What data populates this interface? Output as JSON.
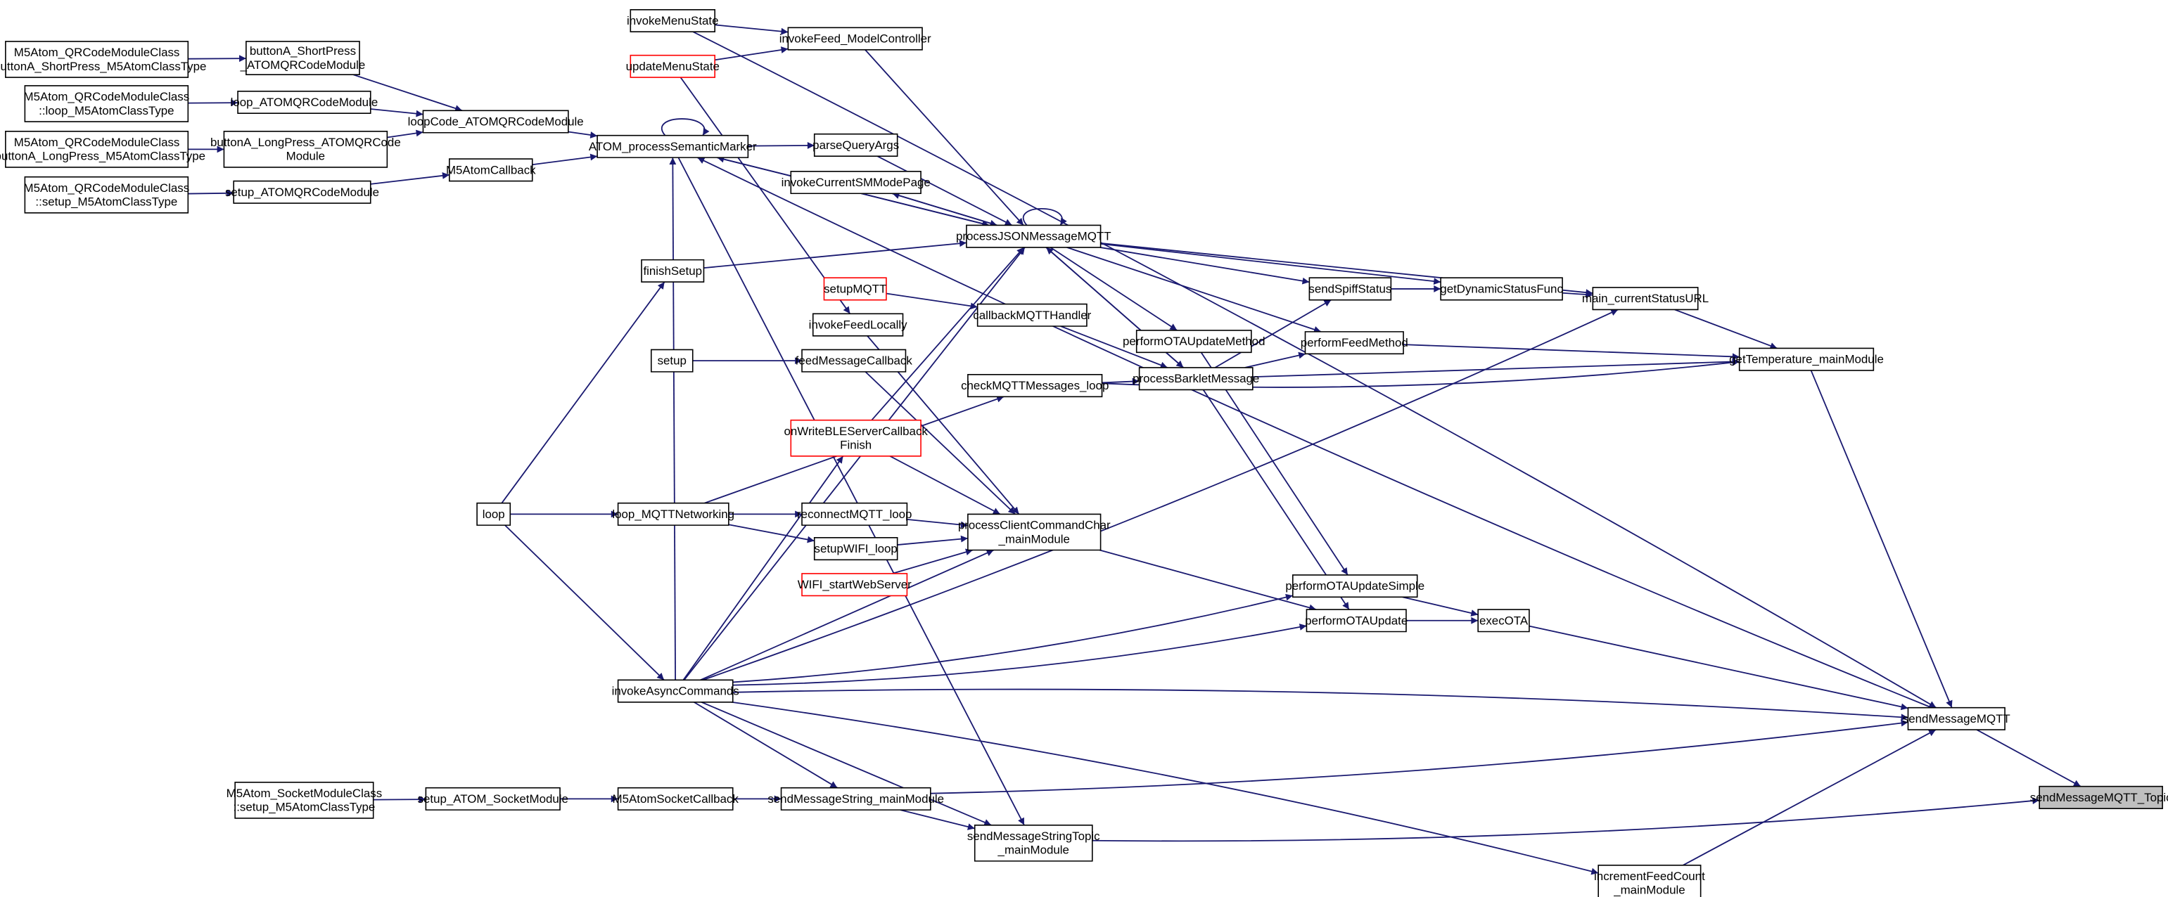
{
  "diagram": {
    "title": "Caller graph: sendMessageMQTT_Topic",
    "focus_node": "sendMessageMQTT_Topic",
    "colors": {
      "edge": "#191970",
      "node_border": "#000000",
      "truncated_node_border": "#ff0000",
      "focus_node_fill": "#bfbfbf"
    },
    "nodes": [
      {
        "id": "qr_shortpress_class",
        "lines": [
          "M5Atom_QRCodeModuleClass",
          "::buttonA_ShortPress_M5AtomClassType"
        ],
        "style": "normal"
      },
      {
        "id": "buttonA_ShortPress_ATOMQRCodeModule",
        "lines": [
          "buttonA_ShortPress",
          "_ATOMQRCodeModule"
        ],
        "style": "normal"
      },
      {
        "id": "qr_loop_class",
        "lines": [
          "M5Atom_QRCodeModuleClass",
          "::loop_M5AtomClassType"
        ],
        "style": "normal"
      },
      {
        "id": "loop_ATOMQRCodeModule",
        "lines": [
          "loop_ATOMQRCodeModule"
        ],
        "style": "normal"
      },
      {
        "id": "qr_longpress_class",
        "lines": [
          "M5Atom_QRCodeModuleClass",
          "::buttonA_LongPress_M5AtomClassType"
        ],
        "style": "normal"
      },
      {
        "id": "buttonA_LongPress_ATOMQRCodeModule",
        "lines": [
          "buttonA_LongPress_ATOMQRCode",
          "Module"
        ],
        "style": "normal"
      },
      {
        "id": "qr_setup_class",
        "lines": [
          "M5Atom_QRCodeModuleClass",
          "::setup_M5AtomClassType"
        ],
        "style": "normal"
      },
      {
        "id": "setup_ATOMQRCodeModule",
        "lines": [
          "setup_ATOMQRCodeModule"
        ],
        "style": "normal"
      },
      {
        "id": "loopCode_ATOMQRCodeModule",
        "lines": [
          "loopCode_ATOMQRCodeModule"
        ],
        "style": "normal"
      },
      {
        "id": "M5AtomCallback",
        "lines": [
          "M5AtomCallback"
        ],
        "style": "normal"
      },
      {
        "id": "ATOM_processSemanticMarker",
        "lines": [
          "ATOM_processSemanticMarker"
        ],
        "style": "normal"
      },
      {
        "id": "invokeMenuState",
        "lines": [
          "invokeMenuState"
        ],
        "style": "normal"
      },
      {
        "id": "updateMenuState",
        "lines": [
          "updateMenuState"
        ],
        "style": "red"
      },
      {
        "id": "invokeFeed_ModelController",
        "lines": [
          "invokeFeed_ModelController"
        ],
        "style": "normal"
      },
      {
        "id": "parseQueryArgs",
        "lines": [
          "parseQueryArgs"
        ],
        "style": "normal"
      },
      {
        "id": "invokeCurrentSMModePage",
        "lines": [
          "invokeCurrentSMModePage"
        ],
        "style": "normal"
      },
      {
        "id": "processJSONMessageMQTT",
        "lines": [
          "processJSONMessageMQTT"
        ],
        "style": "normal"
      },
      {
        "id": "finishSetup",
        "lines": [
          "finishSetup"
        ],
        "style": "normal"
      },
      {
        "id": "setupMQTT",
        "lines": [
          "setupMQTT"
        ],
        "style": "red"
      },
      {
        "id": "callbackMQTTHandler",
        "lines": [
          "callbackMQTTHandler"
        ],
        "style": "normal"
      },
      {
        "id": "invokeFeedLocally",
        "lines": [
          "invokeFeedLocally"
        ],
        "style": "normal"
      },
      {
        "id": "setup",
        "lines": [
          "setup"
        ],
        "style": "normal"
      },
      {
        "id": "feedMessageCallback",
        "lines": [
          "feedMessageCallback"
        ],
        "style": "normal"
      },
      {
        "id": "checkMQTTMessages_loop",
        "lines": [
          "checkMQTTMessages_loop"
        ],
        "style": "normal"
      },
      {
        "id": "onWriteBLEServerCallbackFinish",
        "lines": [
          "onWriteBLEServerCallback",
          "Finish"
        ],
        "style": "red"
      },
      {
        "id": "loop",
        "lines": [
          "loop"
        ],
        "style": "normal"
      },
      {
        "id": "loop_MQTTNetworking",
        "lines": [
          "loop_MQTTNetworking"
        ],
        "style": "normal"
      },
      {
        "id": "reconnectMQTT_loop",
        "lines": [
          "reconnectMQTT_loop"
        ],
        "style": "normal"
      },
      {
        "id": "setupWIFI_loop",
        "lines": [
          "setupWIFI_loop"
        ],
        "style": "normal"
      },
      {
        "id": "processClientCommandChar_mainModule",
        "lines": [
          "processClientCommandChar",
          "_mainModule"
        ],
        "style": "normal"
      },
      {
        "id": "WIFI_startWebServer",
        "lines": [
          "WIFI_startWebServer"
        ],
        "style": "red"
      },
      {
        "id": "invokeAsyncCommands",
        "lines": [
          "invokeAsyncCommands"
        ],
        "style": "normal"
      },
      {
        "id": "socket_setup_class",
        "lines": [
          "M5Atom_SocketModuleClass",
          "::setup_M5AtomClassType"
        ],
        "style": "normal"
      },
      {
        "id": "setup_ATOM_SocketModule",
        "lines": [
          "setup_ATOM_SocketModule"
        ],
        "style": "normal"
      },
      {
        "id": "M5AtomSocketCallback",
        "lines": [
          "M5AtomSocketCallback"
        ],
        "style": "normal"
      },
      {
        "id": "sendMessageString_mainModule",
        "lines": [
          "sendMessageString_mainModule"
        ],
        "style": "normal"
      },
      {
        "id": "sendMessageStringTopic_mainModule",
        "lines": [
          "sendMessageStringTopic",
          "_mainModule"
        ],
        "style": "normal"
      },
      {
        "id": "performOTAUpdateMethod",
        "lines": [
          "performOTAUpdateMethod"
        ],
        "style": "normal"
      },
      {
        "id": "processBarkletMessage",
        "lines": [
          "processBarkletMessage"
        ],
        "style": "normal"
      },
      {
        "id": "sendSpiffStatus",
        "lines": [
          "sendSpiffStatus"
        ],
        "style": "normal"
      },
      {
        "id": "performFeedMethod",
        "lines": [
          "performFeedMethod"
        ],
        "style": "normal"
      },
      {
        "id": "getDynamicStatusFunc",
        "lines": [
          "getDynamicStatusFunc"
        ],
        "style": "normal"
      },
      {
        "id": "main_currentStatusURL",
        "lines": [
          "main_currentStatusURL"
        ],
        "style": "normal"
      },
      {
        "id": "getTemperature_mainModule",
        "lines": [
          "getTemperature_mainModule"
        ],
        "style": "normal"
      },
      {
        "id": "performOTAUpdateSimple",
        "lines": [
          "performOTAUpdateSimple"
        ],
        "style": "normal"
      },
      {
        "id": "performOTAUpdate",
        "lines": [
          "performOTAUpdate"
        ],
        "style": "normal"
      },
      {
        "id": "execOTA",
        "lines": [
          "execOTA"
        ],
        "style": "normal"
      },
      {
        "id": "sendMessageMQTT",
        "lines": [
          "sendMessageMQTT"
        ],
        "style": "normal"
      },
      {
        "id": "sendMessageMQTT_Topic",
        "lines": [
          "sendMessageMQTT_Topic"
        ],
        "style": "current"
      },
      {
        "id": "incrementFeedCount_mainModule",
        "lines": [
          "incrementFeedCount",
          "_mainModule"
        ],
        "style": "normal"
      }
    ],
    "edges": [
      [
        "qr_shortpress_class",
        "buttonA_ShortPress_ATOMQRCodeModule"
      ],
      [
        "qr_loop_class",
        "loop_ATOMQRCodeModule"
      ],
      [
        "qr_longpress_class",
        "buttonA_LongPress_ATOMQRCodeModule"
      ],
      [
        "qr_setup_class",
        "setup_ATOMQRCodeModule"
      ],
      [
        "buttonA_ShortPress_ATOMQRCodeModule",
        "loopCode_ATOMQRCodeModule"
      ],
      [
        "loop_ATOMQRCodeModule",
        "loopCode_ATOMQRCodeModule"
      ],
      [
        "buttonA_LongPress_ATOMQRCodeModule",
        "loopCode_ATOMQRCodeModule"
      ],
      [
        "setup_ATOMQRCodeModule",
        "M5AtomCallback"
      ],
      [
        "loopCode_ATOMQRCodeModule",
        "ATOM_processSemanticMarker"
      ],
      [
        "M5AtomCallback",
        "ATOM_processSemanticMarker"
      ],
      [
        "ATOM_processSemanticMarker",
        "ATOM_processSemanticMarker"
      ],
      [
        "ATOM_processSemanticMarker",
        "parseQueryArgs"
      ],
      [
        "ATOM_processSemanticMarker",
        "processJSONMessageMQTT"
      ],
      [
        "ATOM_processSemanticMarker",
        "sendMessageStringTopic_mainModule"
      ],
      [
        "invokeMenuState",
        "invokeFeed_ModelController"
      ],
      [
        "invokeMenuState",
        "sendMessageMQTT"
      ],
      [
        "updateMenuState",
        "invokeFeed_ModelController"
      ],
      [
        "updateMenuState",
        "invokeFeedLocally"
      ],
      [
        "invokeFeed_ModelController",
        "processJSONMessageMQTT"
      ],
      [
        "parseQueryArgs",
        "processJSONMessageMQTT"
      ],
      [
        "invokeCurrentSMModePage",
        "processJSONMessageMQTT"
      ],
      [
        "processJSONMessageMQTT",
        "invokeCurrentSMModePage"
      ],
      [
        "processJSONMessageMQTT",
        "processJSONMessageMQTT"
      ],
      [
        "processJSONMessageMQTT",
        "ATOM_processSemanticMarker"
      ],
      [
        "processJSONMessageMQTT",
        "sendSpiffStatus"
      ],
      [
        "processJSONMessageMQTT",
        "getDynamicStatusFunc"
      ],
      [
        "processJSONMessageMQTT",
        "main_currentStatusURL"
      ],
      [
        "processJSONMessageMQTT",
        "performFeedMethod"
      ],
      [
        "processJSONMessageMQTT",
        "performOTAUpdateMethod"
      ],
      [
        "processJSONMessageMQTT",
        "processBarkletMessage"
      ],
      [
        "processBarkletMessage",
        "processJSONMessageMQTT"
      ],
      [
        "finishSetup",
        "processJSONMessageMQTT"
      ],
      [
        "setupMQTT",
        "callbackMQTTHandler"
      ],
      [
        "callbackMQTTHandler",
        "processBarkletMessage"
      ],
      [
        "setup",
        "feedMessageCallback"
      ],
      [
        "checkMQTTMessages_loop",
        "processBarkletMessage"
      ],
      [
        "onWriteBLEServerCallbackFinish",
        "processJSONMessageMQTT"
      ],
      [
        "onWriteBLEServerCallbackFinish",
        "processClientCommandChar_mainModule"
      ],
      [
        "invokeFeedLocally",
        "processClientCommandChar_mainModule"
      ],
      [
        "feedMessageCallback",
        "processClientCommandChar_mainModule"
      ],
      [
        "loop",
        "finishSetup"
      ],
      [
        "loop",
        "loop_MQTTNetworking"
      ],
      [
        "loop",
        "invokeAsyncCommands"
      ],
      [
        "loop_MQTTNetworking",
        "checkMQTTMessages_loop"
      ],
      [
        "loop_MQTTNetworking",
        "reconnectMQTT_loop"
      ],
      [
        "loop_MQTTNetworking",
        "setupWIFI_loop"
      ],
      [
        "reconnectMQTT_loop",
        "processClientCommandChar_mainModule"
      ],
      [
        "setupWIFI_loop",
        "processClientCommandChar_mainModule"
      ],
      [
        "WIFI_startWebServer",
        "processClientCommandChar_mainModule"
      ],
      [
        "processClientCommandChar_mainModule",
        "performOTAUpdate"
      ],
      [
        "invokeAsyncCommands",
        "processJSONMessageMQTT"
      ],
      [
        "invokeAsyncCommands",
        "ATOM_processSemanticMarker"
      ],
      [
        "invokeAsyncCommands",
        "onWriteBLEServerCallbackFinish"
      ],
      [
        "invokeAsyncCommands",
        "processClientCommandChar_mainModule"
      ],
      [
        "invokeAsyncCommands",
        "performOTAUpdateSimple"
      ],
      [
        "invokeAsyncCommands",
        "performOTAUpdate"
      ],
      [
        "invokeAsyncCommands",
        "main_currentStatusURL"
      ],
      [
        "invokeAsyncCommands",
        "sendMessageMQTT"
      ],
      [
        "invokeAsyncCommands",
        "sendMessageString_mainModule"
      ],
      [
        "invokeAsyncCommands",
        "sendMessageStringTopic_mainModule"
      ],
      [
        "invokeAsyncCommands",
        "incrementFeedCount_mainModule"
      ],
      [
        "socket_setup_class",
        "setup_ATOM_SocketModule"
      ],
      [
        "setup_ATOM_SocketModule",
        "M5AtomSocketCallback"
      ],
      [
        "M5AtomSocketCallback",
        "sendMessageString_mainModule"
      ],
      [
        "sendMessageString_mainModule",
        "sendMessageStringTopic_mainModule"
      ],
      [
        "sendMessageString_mainModule",
        "sendMessageMQTT"
      ],
      [
        "sendMessageStringTopic_mainModule",
        "sendMessageMQTT_Topic"
      ],
      [
        "performOTAUpdateMethod",
        "performOTAUpdateSimple"
      ],
      [
        "processBarkletMessage",
        "sendSpiffStatus"
      ],
      [
        "processBarkletMessage",
        "performFeedMethod"
      ],
      [
        "processBarkletMessage",
        "getTemperature_mainModule"
      ],
      [
        "processBarkletMessage",
        "performOTAUpdate"
      ],
      [
        "checkMQTTMessages_loop",
        "getTemperature_mainModule"
      ],
      [
        "sendSpiffStatus",
        "getDynamicStatusFunc"
      ],
      [
        "getDynamicStatusFunc",
        "main_currentStatusURL"
      ],
      [
        "main_currentStatusURL",
        "getTemperature_mainModule"
      ],
      [
        "performFeedMethod",
        "getTemperature_mainModule"
      ],
      [
        "getTemperature_mainModule",
        "sendMessageMQTT"
      ],
      [
        "performOTAUpdateSimple",
        "execOTA"
      ],
      [
        "performOTAUpdate",
        "execOTA"
      ],
      [
        "execOTA",
        "sendMessageMQTT"
      ],
      [
        "incrementFeedCount_mainModule",
        "sendMessageMQTT"
      ],
      [
        "sendMessageMQTT",
        "ATOM_processSemanticMarker"
      ],
      [
        "sendMessageMQTT",
        "sendMessageMQTT_Topic"
      ]
    ]
  }
}
